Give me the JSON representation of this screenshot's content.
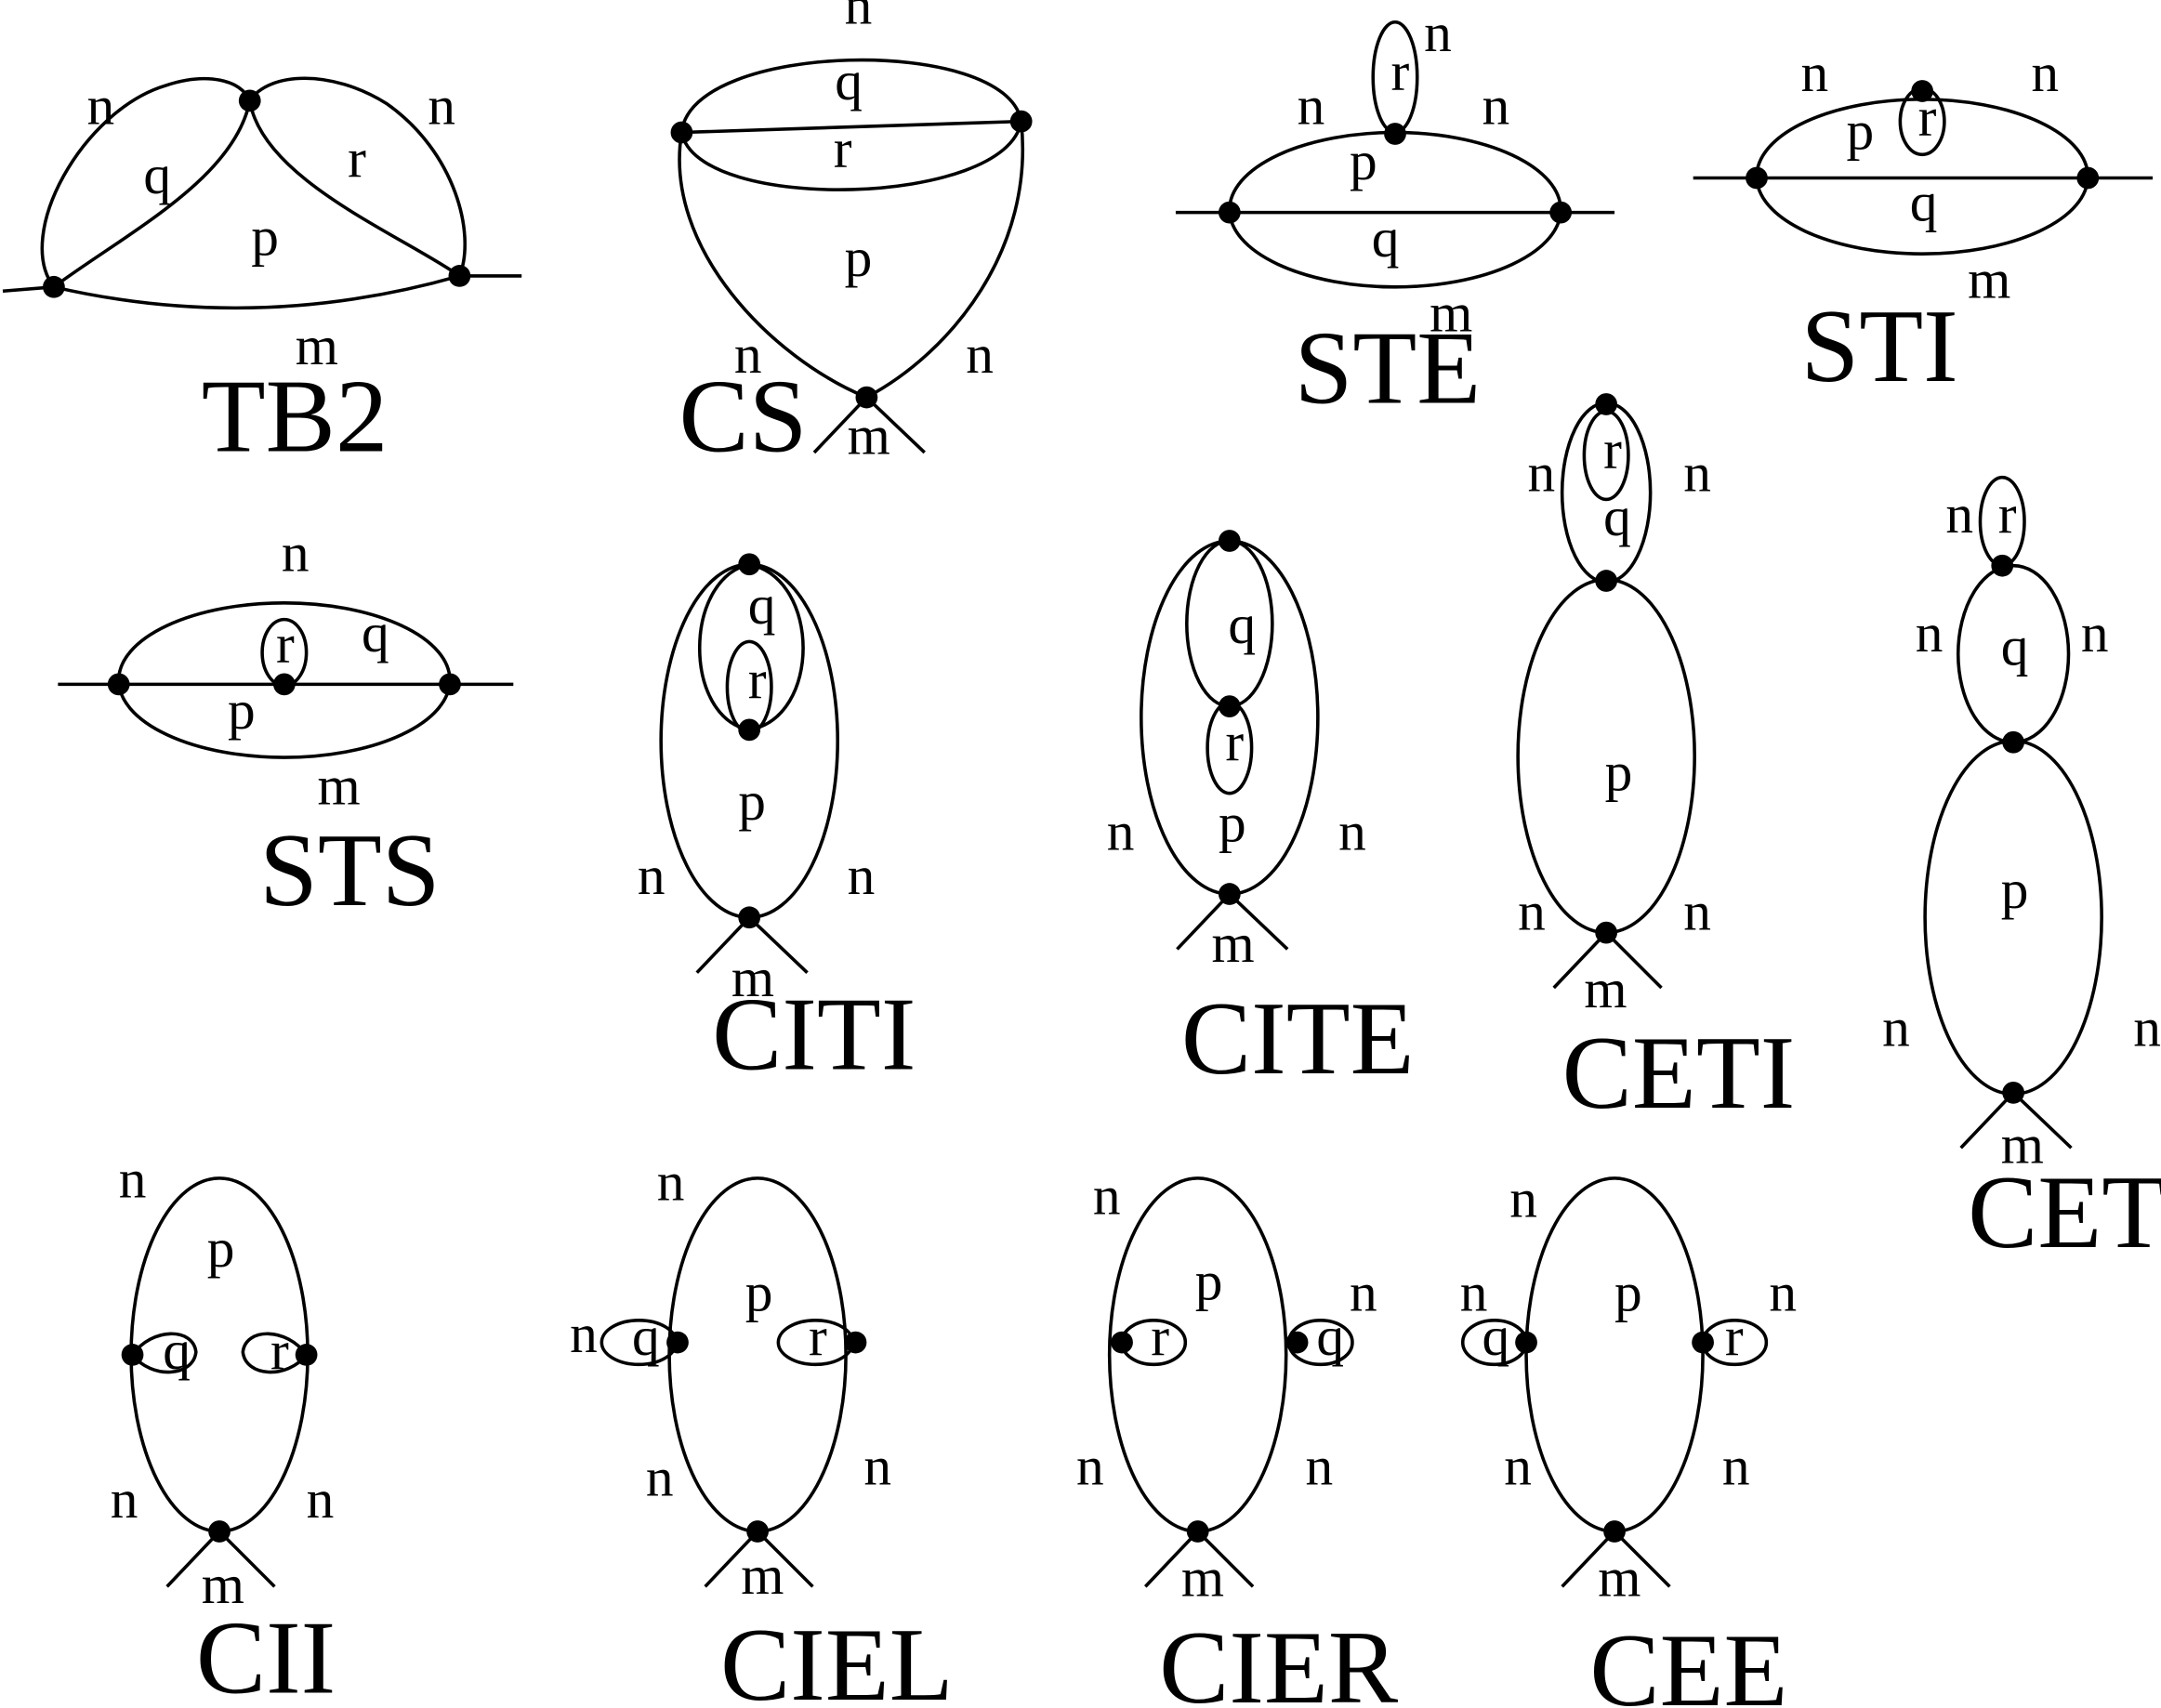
{
  "diagrams": [
    {
      "name": "TB2",
      "labels": [
        "n",
        "q",
        "n",
        "r",
        "p",
        "m"
      ]
    },
    {
      "name": "CS",
      "labels": [
        "n",
        "q",
        "r",
        "p",
        "n",
        "n",
        "m"
      ]
    },
    {
      "name": "STE",
      "labels": [
        "r",
        "n",
        "n",
        "n",
        "p",
        "q",
        "m"
      ]
    },
    {
      "name": "STI",
      "labels": [
        "n",
        "n",
        "r",
        "p",
        "q",
        "m"
      ]
    },
    {
      "name": "STS",
      "labels": [
        "n",
        "r",
        "q",
        "p",
        "m"
      ]
    },
    {
      "name": "CITI",
      "labels": [
        "q",
        "r",
        "p",
        "n",
        "n",
        "m"
      ]
    },
    {
      "name": "CITE",
      "labels": [
        "q",
        "r",
        "p",
        "n",
        "n",
        "m"
      ]
    },
    {
      "name": "CETI",
      "labels": [
        "r",
        "q",
        "n",
        "n",
        "p",
        "n",
        "n",
        "m"
      ]
    },
    {
      "name": "CETE",
      "labels": [
        "r",
        "n",
        "q",
        "n",
        "n",
        "p",
        "n",
        "n",
        "m"
      ]
    },
    {
      "name": "CII",
      "labels": [
        "n",
        "p",
        "q",
        "r",
        "n",
        "n",
        "m"
      ]
    },
    {
      "name": "CIEL",
      "labels": [
        "n",
        "p",
        "n",
        "q",
        "r",
        "n",
        "n",
        "m"
      ]
    },
    {
      "name": "CIER",
      "labels": [
        "n",
        "p",
        "n",
        "r",
        "q",
        "n",
        "n",
        "m"
      ]
    },
    {
      "name": "CEE",
      "labels": [
        "n",
        "n",
        "q",
        "p",
        "n",
        "r",
        "n",
        "n",
        "m"
      ]
    }
  ]
}
